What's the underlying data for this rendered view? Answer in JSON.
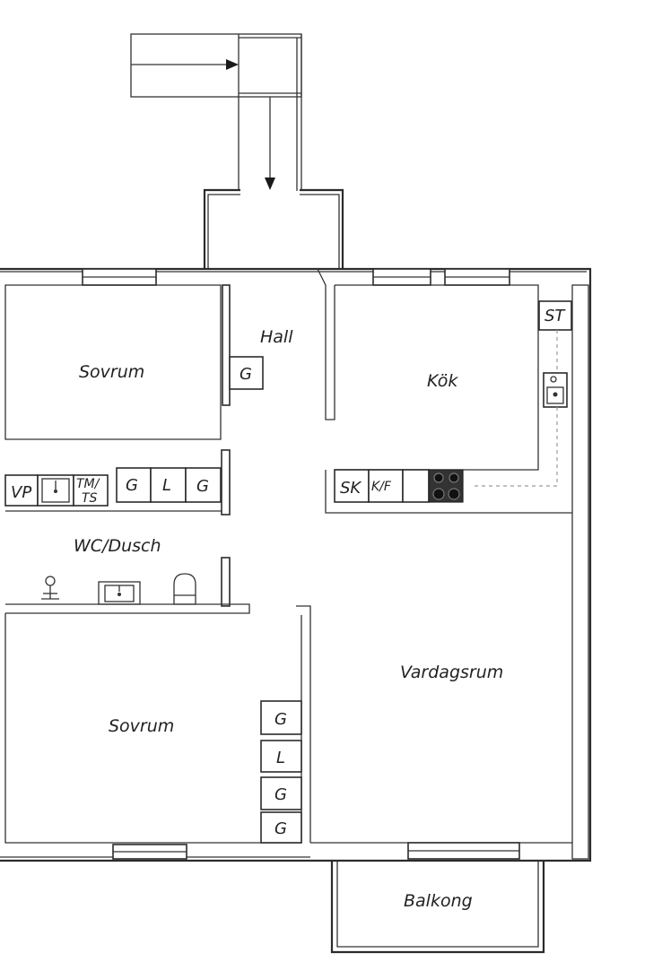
{
  "rooms": {
    "hall": "Hall",
    "sovrum_top": "Sovrum",
    "kok": "Kök",
    "wc": "WC/Dusch",
    "sovrum_bottom": "Sovrum",
    "vardagsrum": "Vardagsrum",
    "balkong": "Balkong"
  },
  "fixtures": {
    "hall_closet": "G",
    "st": "ST",
    "vp": "VP",
    "tm": "TM/",
    "ts": "TS",
    "g1": "G",
    "l1": "L",
    "g2": "G",
    "sk": "SK",
    "kf": "K/F",
    "wardrobe": [
      "G",
      "L",
      "G",
      "G"
    ]
  },
  "colors": {
    "wall": "#2b2b2b",
    "stove": "#333333",
    "dashed_line": "#9a9a9a"
  }
}
